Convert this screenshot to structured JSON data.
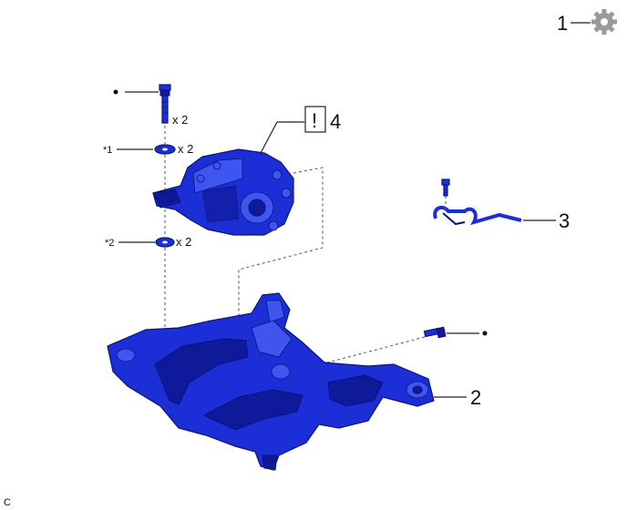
{
  "callouts": {
    "c1": "1",
    "c2": "2",
    "c3": "3",
    "c4": "4"
  },
  "warning_symbol": "!",
  "quantities": {
    "bolt_qty": "x 2",
    "washer1_qty": "x 2",
    "washer2_qty": "x 2"
  },
  "notes": {
    "note1": "*1",
    "note2": "*2"
  },
  "corner_code": "C",
  "icons": {
    "gear": "gear-icon",
    "dot_marker": "dot-marker-icon"
  },
  "colors": {
    "part_blue": "#1c2fd6",
    "gear_gray": "#9a9a9a"
  }
}
